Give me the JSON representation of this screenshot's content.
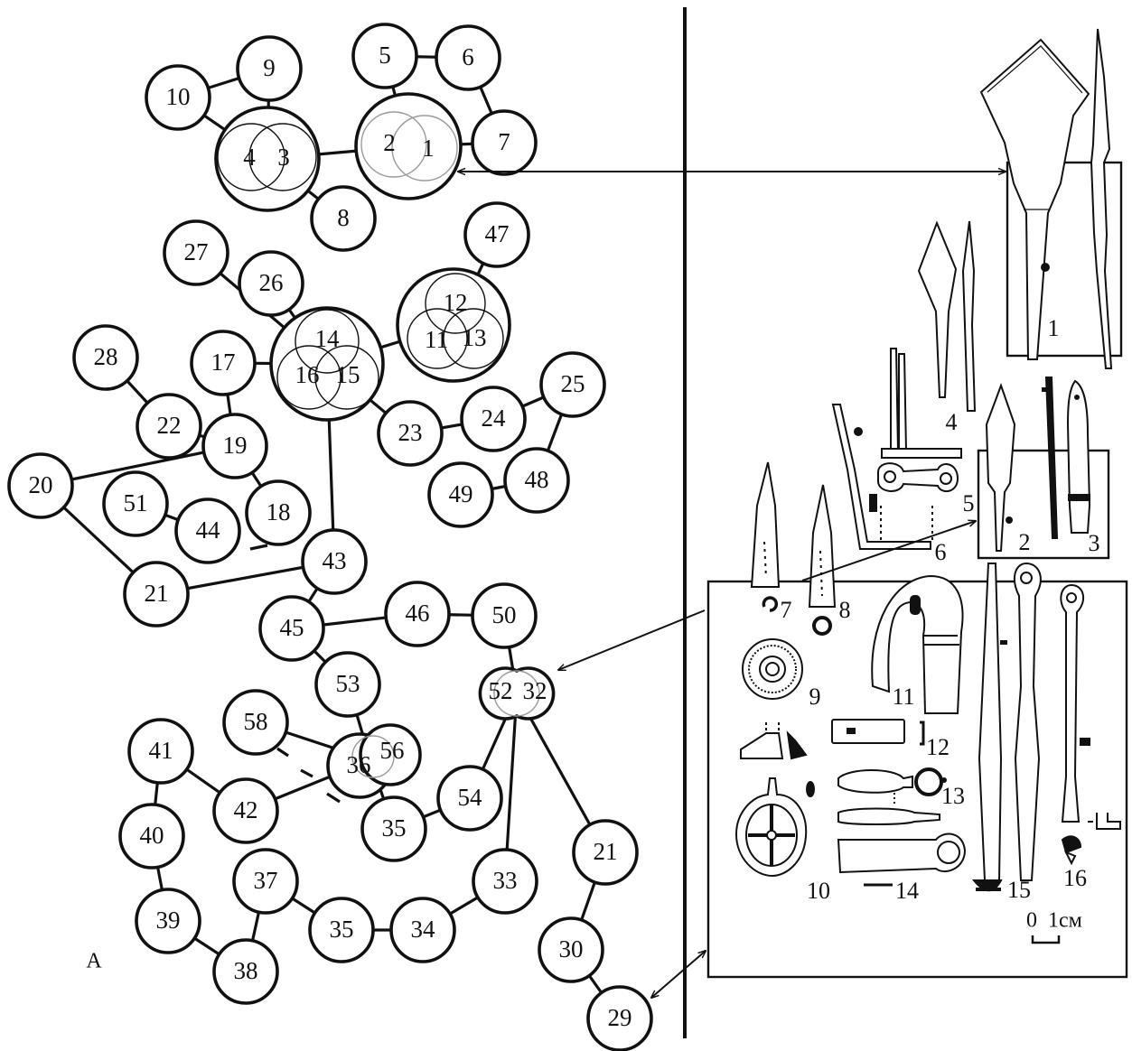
{
  "figure": {
    "corner_label": "A",
    "scale_label": "0  1см",
    "colors": {
      "ink": "#111111",
      "faint": "#9a9a9a",
      "background": "#ffffff"
    }
  },
  "graph": {
    "nodes": [
      {
        "id": "n10",
        "label": "10"
      },
      {
        "id": "n9",
        "label": "9"
      },
      {
        "id": "n5",
        "label": "5"
      },
      {
        "id": "n6",
        "label": "6"
      },
      {
        "id": "n7",
        "label": "7"
      },
      {
        "id": "n8",
        "label": "8"
      },
      {
        "id": "n47",
        "label": "47"
      },
      {
        "id": "n27",
        "label": "27"
      },
      {
        "id": "n26",
        "label": "26"
      },
      {
        "id": "n28",
        "label": "28"
      },
      {
        "id": "n17",
        "label": "17"
      },
      {
        "id": "n22",
        "label": "22"
      },
      {
        "id": "n19",
        "label": "19"
      },
      {
        "id": "n20",
        "label": "20"
      },
      {
        "id": "n51",
        "label": "51"
      },
      {
        "id": "n44",
        "label": "44"
      },
      {
        "id": "n18",
        "label": "18"
      },
      {
        "id": "n23",
        "label": "23"
      },
      {
        "id": "n24",
        "label": "24"
      },
      {
        "id": "n25",
        "label": "25"
      },
      {
        "id": "n49",
        "label": "49"
      },
      {
        "id": "n48",
        "label": "48"
      },
      {
        "id": "n43",
        "label": "43"
      },
      {
        "id": "n21a",
        "label": "21"
      },
      {
        "id": "n45",
        "label": "45"
      },
      {
        "id": "n46",
        "label": "46"
      },
      {
        "id": "n50",
        "label": "50"
      },
      {
        "id": "n53",
        "label": "53"
      },
      {
        "id": "n58",
        "label": "58"
      },
      {
        "id": "n41",
        "label": "41"
      },
      {
        "id": "n42",
        "label": "42"
      },
      {
        "id": "n35a",
        "label": "35"
      },
      {
        "id": "n54",
        "label": "54"
      },
      {
        "id": "n40",
        "label": "40"
      },
      {
        "id": "n37",
        "label": "37"
      },
      {
        "id": "n33",
        "label": "33"
      },
      {
        "id": "n21b",
        "label": "21"
      },
      {
        "id": "n39",
        "label": "39"
      },
      {
        "id": "n35b",
        "label": "35"
      },
      {
        "id": "n34",
        "label": "34"
      },
      {
        "id": "n38",
        "label": "38"
      },
      {
        "id": "n30",
        "label": "30"
      },
      {
        "id": "n29",
        "label": "29"
      }
    ],
    "clusters": [
      {
        "id": "c43",
        "members": [
          {
            "label": "4"
          },
          {
            "label": "3"
          }
        ]
      },
      {
        "id": "c21",
        "members": [
          {
            "label": "2"
          },
          {
            "label": "1"
          }
        ]
      },
      {
        "id": "c1113",
        "members": [
          {
            "label": "12"
          },
          {
            "label": "11"
          },
          {
            "label": "13"
          }
        ]
      },
      {
        "id": "c1416",
        "members": [
          {
            "label": "14"
          },
          {
            "label": "16"
          },
          {
            "label": "15"
          }
        ]
      },
      {
        "id": "c5232",
        "members": [
          {
            "label": "52"
          },
          {
            "label": "32"
          }
        ]
      },
      {
        "id": "c3656",
        "members": [
          {
            "label": "36"
          },
          {
            "label": "56"
          }
        ]
      }
    ],
    "edges": [
      [
        "n10",
        "n9"
      ],
      [
        "n10",
        "c43"
      ],
      [
        "n9",
        "c43"
      ],
      [
        "c43",
        "c21"
      ],
      [
        "c43",
        "n8"
      ],
      [
        "n5",
        "n6"
      ],
      [
        "n5",
        "c21"
      ],
      [
        "n6",
        "n7"
      ],
      [
        "n7",
        "c21"
      ],
      [
        "n47",
        "c1113"
      ],
      [
        "c1113",
        "c1416"
      ],
      [
        "n27",
        "c1416"
      ],
      [
        "n26",
        "c1416"
      ],
      [
        "n17",
        "c1416"
      ],
      [
        "c1416",
        "n23"
      ],
      [
        "n23",
        "n24"
      ],
      [
        "n24",
        "n25"
      ],
      [
        "n25",
        "n48"
      ],
      [
        "n48",
        "n49"
      ],
      [
        "c1416",
        "n43"
      ],
      [
        "n28",
        "n22"
      ],
      [
        "n22",
        "n19"
      ],
      [
        "n17",
        "n19"
      ],
      [
        "n19",
        "n18"
      ],
      [
        "n19",
        "n20"
      ],
      [
        "n20",
        "n21a"
      ],
      [
        "n21a",
        "n43"
      ],
      [
        "n51",
        "n44"
      ],
      [
        "n43",
        "n45"
      ],
      [
        "n45",
        "n53"
      ],
      [
        "n45",
        "n46"
      ],
      [
        "n46",
        "n50"
      ],
      [
        "n50",
        "c5232"
      ],
      [
        "n53",
        "c3656"
      ],
      [
        "n58",
        "c3656"
      ],
      [
        "c3656",
        "n42"
      ],
      [
        "n41",
        "n42"
      ],
      [
        "n41",
        "n40"
      ],
      [
        "n40",
        "n39"
      ],
      [
        "n39",
        "n38"
      ],
      [
        "n38",
        "n37"
      ],
      [
        "n37",
        "n35b"
      ],
      [
        "n35b",
        "n34"
      ],
      [
        "n34",
        "n33"
      ],
      [
        "n33",
        "c5232"
      ],
      [
        "c5232",
        "n54"
      ],
      [
        "n54",
        "n35a"
      ],
      [
        "c3656",
        "n35a"
      ],
      [
        "c5232",
        "n21b"
      ],
      [
        "n21b",
        "n30"
      ],
      [
        "n30",
        "n29"
      ]
    ]
  },
  "artifact_groups": [
    {
      "id": "group1",
      "items": [
        {
          "id": "a1",
          "label": "1"
        }
      ]
    },
    {
      "id": "group2",
      "items": [
        {
          "id": "a2",
          "label": "2"
        },
        {
          "id": "a3",
          "label": "3"
        },
        {
          "id": "a4",
          "label": "4"
        },
        {
          "id": "a5",
          "label": "5"
        },
        {
          "id": "a6",
          "label": "6"
        }
      ]
    },
    {
      "id": "group3",
      "items": [
        {
          "id": "a7",
          "label": "7"
        },
        {
          "id": "a8",
          "label": "8"
        },
        {
          "id": "a9",
          "label": "9"
        },
        {
          "id": "a10",
          "label": "10"
        },
        {
          "id": "a11",
          "label": "11"
        },
        {
          "id": "a12",
          "label": "12"
        },
        {
          "id": "a13",
          "label": "13"
        },
        {
          "id": "a14",
          "label": "14"
        },
        {
          "id": "a15",
          "label": "15"
        },
        {
          "id": "a16",
          "label": "16"
        }
      ]
    }
  ]
}
